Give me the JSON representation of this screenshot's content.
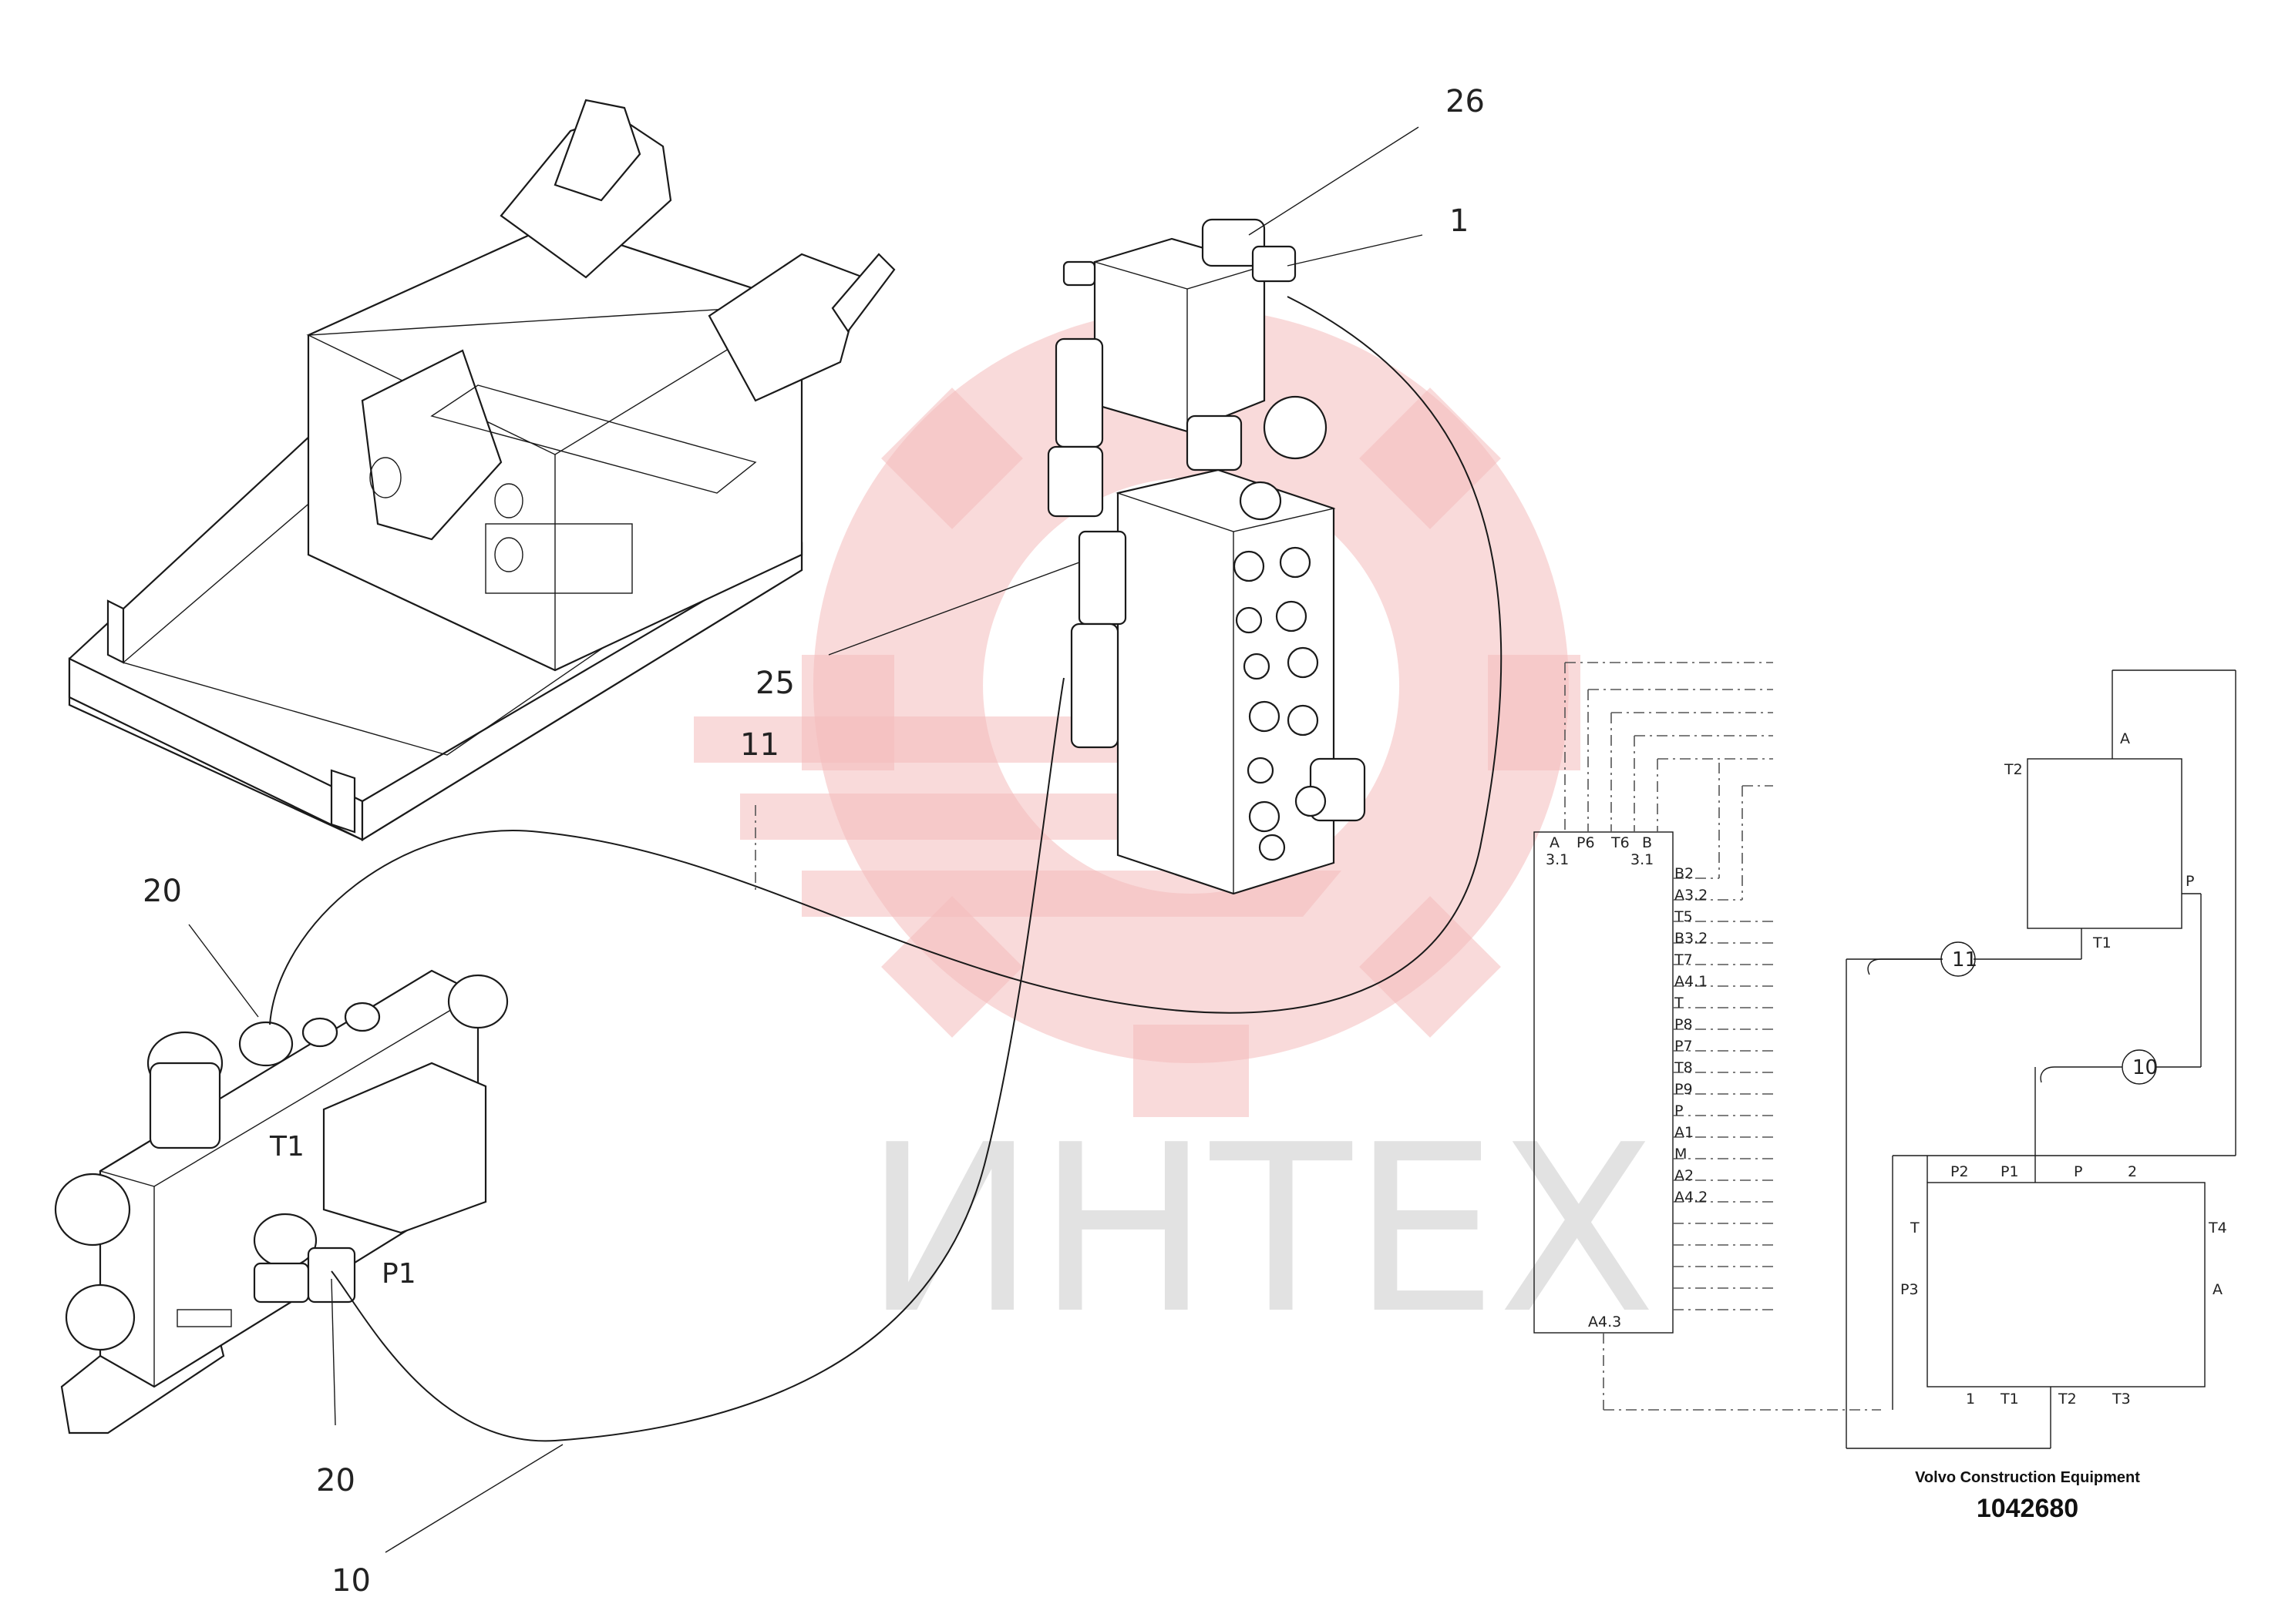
{
  "watermark": {
    "text": "ИНТЕХ",
    "color": "#e53935"
  },
  "callouts": {
    "c26": "26",
    "c1": "1",
    "c25": "25",
    "c11": "11",
    "c20_top": "20",
    "c20_bottom": "20",
    "c10": "10"
  },
  "valve_ports": {
    "t1": "T1",
    "p1": "P1"
  },
  "schematic": {
    "left_block": {
      "top_ports": [
        "A",
        "P6",
        "T6",
        "B"
      ],
      "top_sub": [
        "3.1",
        "3.1"
      ],
      "side_ports": [
        "B2",
        "A3.2",
        "T5",
        "B3.2",
        "T7",
        "A4.1",
        "T",
        "P8",
        "P7",
        "T8",
        "P9",
        "P",
        "A1",
        "M",
        "A2",
        "A4.2"
      ],
      "bottom_port": "A4.3"
    },
    "upper_right_block": {
      "ports": [
        "A",
        "T2",
        "P",
        "T1"
      ]
    },
    "lower_right_block": {
      "top_ports": [
        "P2",
        "P1",
        "P",
        "2"
      ],
      "left_ports": [
        "T",
        "P3"
      ],
      "right_ports": [
        "T4",
        "A"
      ],
      "bottom_ports": [
        "1",
        "T1",
        "T2",
        "T3"
      ]
    },
    "hose_labels": [
      "11",
      "10"
    ]
  },
  "caption": {
    "company": "Volvo Construction Equipment",
    "part_number": "1042680"
  }
}
